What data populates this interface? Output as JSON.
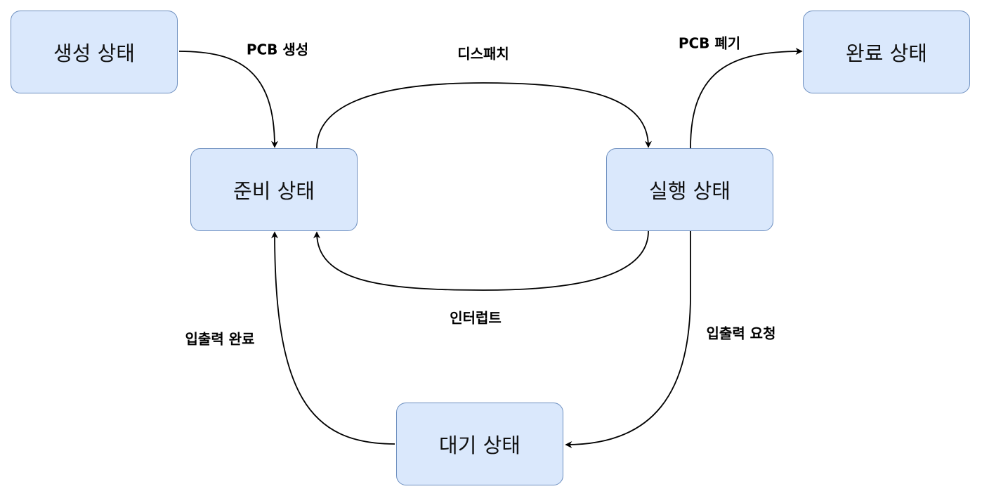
{
  "diagram": {
    "nodes": {
      "new": "생성 상태",
      "ready": "준비 상태",
      "running": "실행 상태",
      "waiting": "대기 상태",
      "terminated": "완료 상태"
    },
    "edges": {
      "pcb_create": "PCB 생성",
      "dispatch": "디스패치",
      "pcb_destroy": "PCB 폐기",
      "interrupt": "인터럽트",
      "io_request": "입출력 요청",
      "io_complete": "입출력 완료"
    },
    "colors": {
      "node_fill": "#dae8fc",
      "node_stroke": "#6c8ebf",
      "edge": "#000000"
    }
  }
}
